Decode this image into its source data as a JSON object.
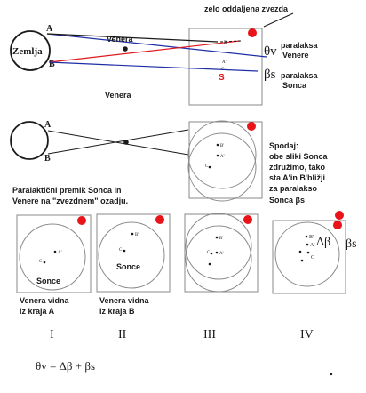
{
  "labels": {
    "distant_star": "zelo oddaljena zvezda",
    "earth": "Zemlja",
    "point_a_top": "A",
    "point_b_top": "B",
    "venus_top": "Venera",
    "venus_below": "Venera",
    "theta_v": "θv",
    "parallax_venus_line1": "paralaksa",
    "parallax_venus_line2": "Venere",
    "beta_s": "βs",
    "parallax_sun_line1": "paralaksa",
    "parallax_sun_line2": "Sonca",
    "s_marker": "S",
    "ap_small": "A'",
    "bp_small": "B'",
    "c_small": "C",
    "point_a_mid": "A",
    "point_b_mid": "B",
    "caption_left_line1": "Paralaktični premik Sonca in",
    "caption_left_line2": "Venere na \"zvezdnem\" ozadju.",
    "caption_right_line1": "Spodaj:",
    "caption_right_line2": "obe sliki Sonca",
    "caption_right_line3": "združimo, tako",
    "caption_right_line4": "sta A'in B'bližji",
    "caption_right_line5": "za paralakso",
    "caption_right_line6": "Sonca βs",
    "sun_label_1": "Sonce",
    "sun_label_2": "Sonce",
    "caption_i_line1": "Venera vidna",
    "caption_i_line2": "iz kraja A",
    "caption_ii_line1": "Venera vidna",
    "caption_ii_line2": "iz kraja B",
    "roman_1": "I",
    "roman_2": "II",
    "roman_3": "III",
    "roman_4": "IV",
    "delta_beta": "Δβ",
    "beta_s_right": "βs",
    "formula": "θv = Δβ + βs"
  },
  "colors": {
    "line": "#1a1a1a",
    "red": "#e0181c",
    "blue": "#1e2ea6",
    "gray": "#9a9a9a",
    "star": "#e8141a"
  }
}
